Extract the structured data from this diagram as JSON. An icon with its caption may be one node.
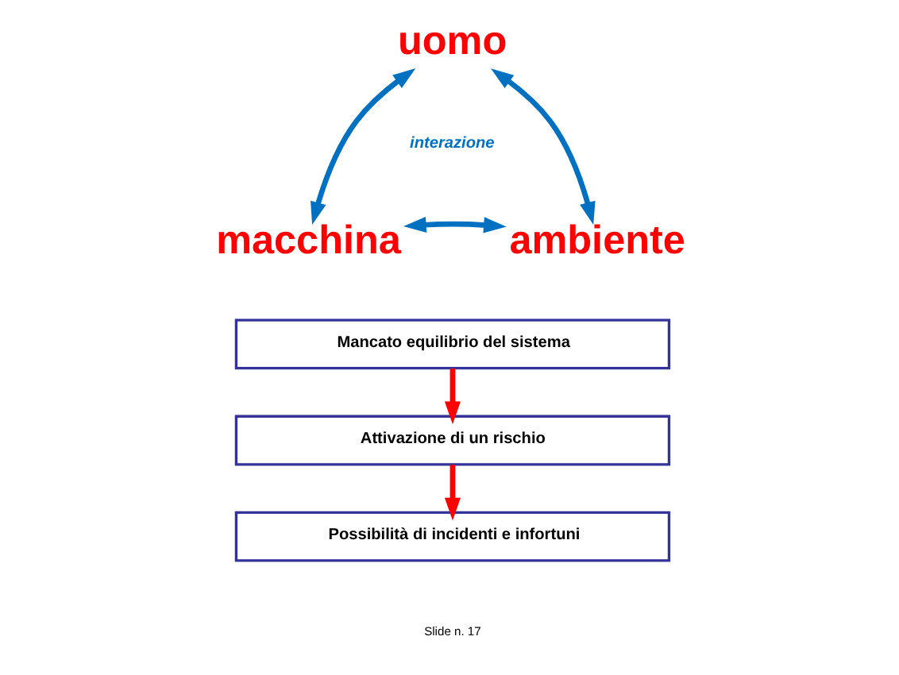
{
  "diagram": {
    "nodes": [
      {
        "text": [
          "uomo"
        ]
      },
      {
        "text": [
          "macchina"
        ]
      },
      {
        "text": [
          "ambiente"
        ]
      },
      {
        "text": [
          "Mancato equilibrio del sistema"
        ]
      },
      {
        "text": [
          "Attivazione di un rischio"
        ]
      },
      {
        "text": [
          "Possibilità di incidenti e infortuni"
        ]
      }
    ],
    "edges": [
      {
        "from": 1,
        "to": 0,
        "arrow": "both"
      },
      {
        "from": 0,
        "to": 2,
        "arrow": "both"
      },
      {
        "from": 1,
        "to": 2,
        "arrow": "both"
      },
      {
        "from": 3,
        "to": 4,
        "arrow": "to",
        "color": "#ff0000"
      },
      {
        "from": 4,
        "to": 5,
        "arrow": "to",
        "color": "#ff0000"
      }
    ],
    "labels": [
      "interazione",
      "Slide n. 17"
    ]
  }
}
